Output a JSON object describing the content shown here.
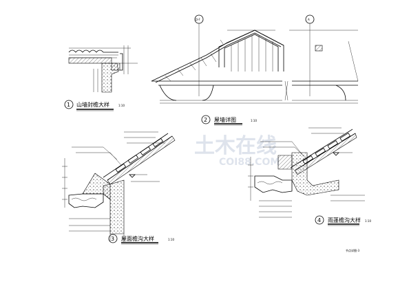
{
  "details": [
    {
      "number": "1",
      "title": "山墙封檐大样",
      "scale": "1:10"
    },
    {
      "number": "2",
      "title": "屋墙详图",
      "scale": "1:10"
    },
    {
      "number": "3",
      "title": "屋面檐沟大样",
      "scale": "1:10"
    },
    {
      "number": "4",
      "title": "雨蓬檐沟大样",
      "scale": "1:10"
    }
  ],
  "axis_markers": [
    "D-F",
    "A"
  ],
  "watermark": {
    "main": "土木在线",
    "sub": "COI88.COM"
  },
  "sheet_title": "节点详图-3",
  "colors": {
    "line": "#000000",
    "watermark": "#c9d2e0",
    "background": "#ffffff"
  }
}
